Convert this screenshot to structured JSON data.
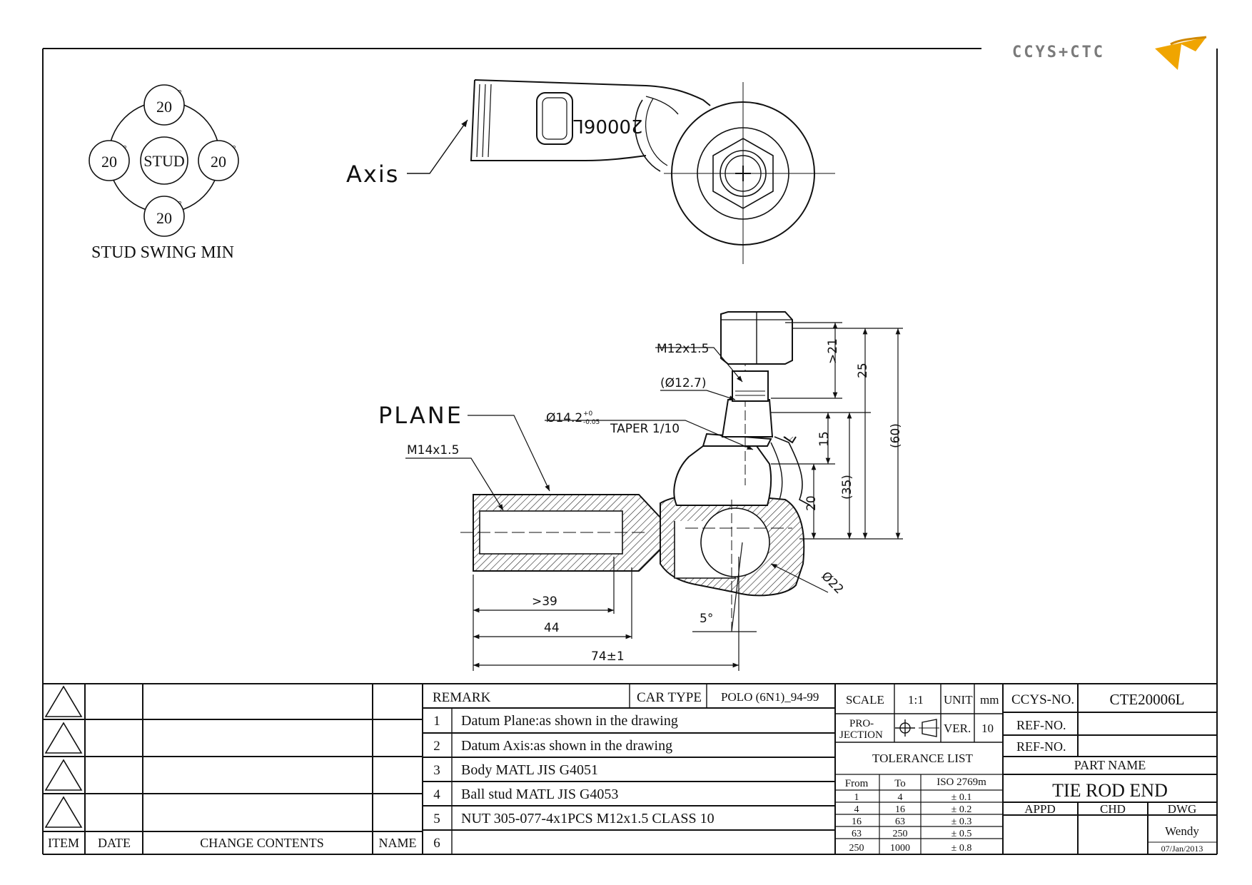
{
  "logo": {
    "text": "CCYS+CTC",
    "accent": "#f0a500"
  },
  "stud_swing": {
    "center_label": "STUD",
    "values": [
      "20",
      "20",
      "20",
      "20"
    ],
    "degree_symbol": "°",
    "caption": "STUD SWING MIN"
  },
  "top_view": {
    "axis_label": "Axis",
    "part_marking": "20006L"
  },
  "side_view": {
    "plane_label": "PLANE",
    "thread_body": "M14x1.5",
    "thread_stud": "M12x1.5",
    "diameter_ref": "(Ø12.7)",
    "taper_main": "Ø14.2",
    "taper_tol_plus": "+0",
    "taper_tol_minus": "-0.05",
    "taper_text": "TAPER 1/10",
    "dim_gt21": ">21",
    "dim_25": "25",
    "dim_60": "(60)",
    "dim_15": "15",
    "dim_35": "(35)",
    "dim_20": "20",
    "dim_ball": "Ø22",
    "dim_gt39": ">39",
    "dim_44": "44",
    "dim_74": "74±1",
    "dim_angle": "5°"
  },
  "change_table": {
    "headers": [
      "ITEM",
      "DATE",
      "CHANGE CONTENTS",
      "NAME"
    ]
  },
  "remarks": {
    "title": "REMARK",
    "car_type_label": "CAR TYPE",
    "car_type_value": "POLO (6N1)_94-99",
    "rows": [
      {
        "num": "1",
        "text": "Datum Plane:as shown in the drawing"
      },
      {
        "num": "2",
        "text": "Datum Axis:as shown in the drawing"
      },
      {
        "num": "3",
        "text": "Body MATL JIS G4051"
      },
      {
        "num": "4",
        "text": "Ball stud MATL JIS G4053"
      },
      {
        "num": "5",
        "text": "NUT 305-077-4x1PCS M12x1.5 CLASS 10"
      },
      {
        "num": "6",
        "text": ""
      }
    ]
  },
  "spec": {
    "scale_label": "SCALE",
    "scale_value": "1:1",
    "unit_label": "UNIT",
    "unit_value": "mm",
    "projection_label_1": "PRO-",
    "projection_label_2": "JECTION",
    "ver_label": "VER.",
    "ver_value": "10",
    "tolerance_title": "TOLERANCE LIST",
    "tolerance_headers": [
      "From",
      "To",
      "ISO 2769m"
    ],
    "tolerance_rows": [
      [
        "1",
        "4",
        "± 0.1"
      ],
      [
        "4",
        "16",
        "± 0.2"
      ],
      [
        "16",
        "63",
        "± 0.3"
      ],
      [
        "63",
        "250",
        "± 0.5"
      ],
      [
        "250",
        "1000",
        "± 0.8"
      ]
    ]
  },
  "title_block": {
    "ccys_no_label": "CCYS-NO.",
    "ccys_no_value": "CTE20006L",
    "ref_no_label_1": "REF-NO.",
    "ref_no_label_2": "REF-NO.",
    "part_name_label": "PART NAME",
    "part_name_value": "TIE ROD END",
    "appd_label": "APPD",
    "chd_label": "CHD",
    "dwg_label": "DWG",
    "drawn_by": "Wendy",
    "date": "07/Jan/2013"
  }
}
